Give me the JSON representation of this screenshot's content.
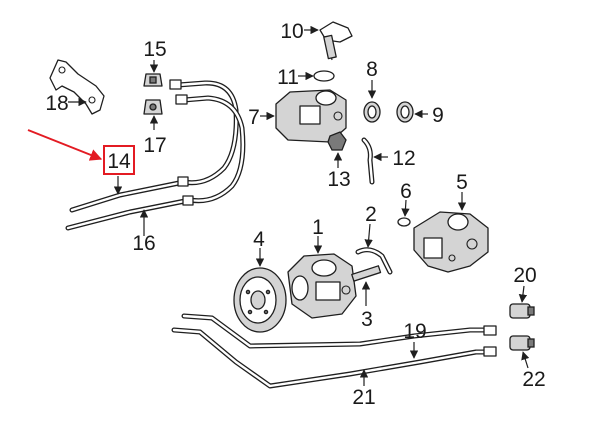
{
  "callouts": [
    "1",
    "2",
    "3",
    "4",
    "5",
    "6",
    "7",
    "8",
    "9",
    "10",
    "11",
    "12",
    "13",
    "14",
    "15",
    "16",
    "17",
    "18",
    "19",
    "20",
    "21",
    "22"
  ],
  "highlight": {
    "callout": "14",
    "color": "#e31b23"
  }
}
